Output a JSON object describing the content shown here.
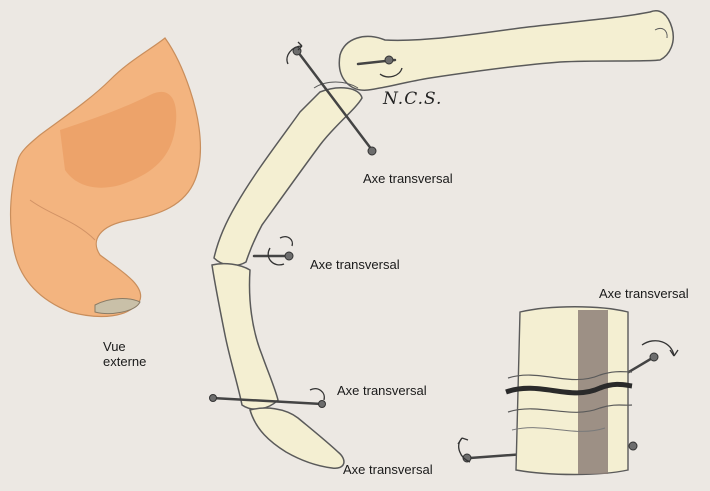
{
  "labels": {
    "axe_top": "Axe transversal",
    "axe_knee": "Axe transversal",
    "axe_ankle": "Axe transversal",
    "axe_foot": "Axe transversal",
    "axe_detail": "Axe transversal",
    "ncs": "N.C.S.",
    "vue_line1": "Vue",
    "vue_line2": "externe"
  },
  "colors": {
    "background": "#ece8e3",
    "bone_fill": "#f4efd2",
    "bone_outline": "#5a5a5a",
    "skin": "#f2b07a",
    "skin_dark": "#e08a4a",
    "pin": "#444444",
    "band": "#8d7f78"
  },
  "icons": [
    "rotation-arrow-icon",
    "pin-head-icon"
  ]
}
